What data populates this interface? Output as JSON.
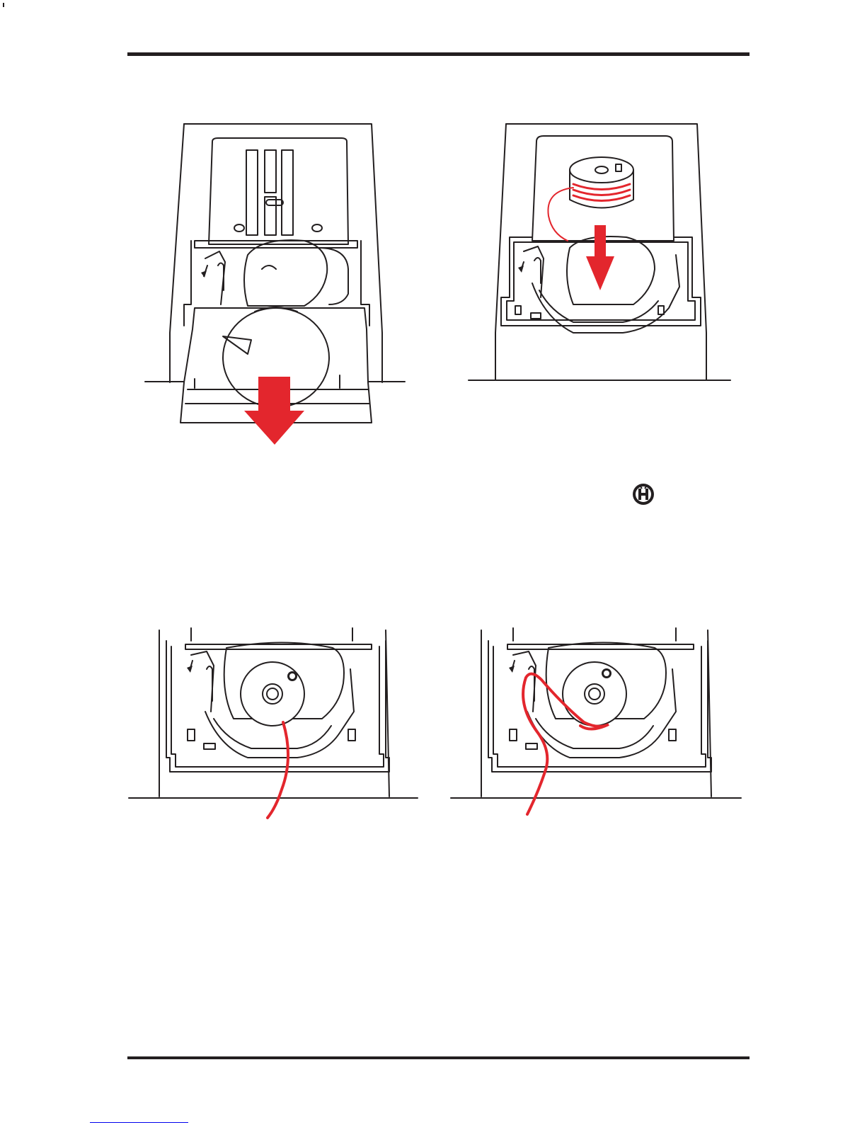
{
  "page": {
    "footer_link": ""
  },
  "figures": [
    {
      "id": "remove-cover",
      "arrow_direction": "down"
    },
    {
      "id": "insert-bobbin",
      "arrow_direction": "down",
      "thread_color": "#e3262d"
    },
    {
      "id": "bobbin-seated",
      "thread_color": "#e3262d"
    },
    {
      "id": "thread-guided",
      "thread_color": "#e3262d"
    }
  ],
  "colors": {
    "accent": "#e3262d",
    "ink": "#231f20",
    "link": "#0000ee"
  },
  "icons": {
    "inline_logo": "brand-logo-icon"
  }
}
